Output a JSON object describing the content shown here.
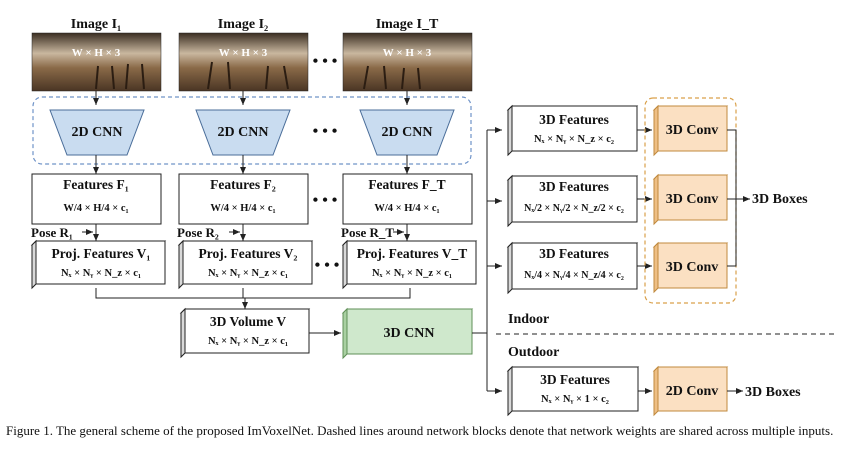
{
  "images": [
    {
      "label": "Image I₁",
      "size": "W × H × 3"
    },
    {
      "label": "Image I₂",
      "size": "W × H × 3"
    },
    {
      "label": "Image I_T",
      "size": "W × H × 3"
    }
  ],
  "cnn2d_label": "2D CNN",
  "features": [
    {
      "label": "Features F₁",
      "formula": "W/4 × H/4 × c₁"
    },
    {
      "label": "Features F₂",
      "formula": "W/4 × H/4 × c₁"
    },
    {
      "label": "Features F_T",
      "formula": "W/4 × H/4 × c₁"
    }
  ],
  "poses": [
    "Pose R₁",
    "Pose R₂",
    "Pose R_T"
  ],
  "proj": [
    {
      "label": "Proj. Features V₁",
      "formula": "Nₓ × Nᵧ × N_z × c₁"
    },
    {
      "label": "Proj. Features V₂",
      "formula": "Nₓ × Nᵧ × N_z × c₁"
    },
    {
      "label": "Proj. Features V_T",
      "formula": "Nₓ × Nᵧ × N_z × c₁"
    }
  ],
  "ellipsis": "• • •",
  "volume": {
    "label": "3D Volume V",
    "formula": "Nₓ × Nᵧ × N_z × c₁"
  },
  "cnn3d_label": "3D CNN",
  "indoor_label": "Indoor",
  "outdoor_label": "Outdoor",
  "indoor_features": [
    {
      "label": "3D Features",
      "formula": "Nₓ × Nᵧ × N_z × c₂"
    },
    {
      "label": "3D Features",
      "formula": "Nₓ/2 × Nᵧ/2 × N_z/2 × c₂"
    },
    {
      "label": "3D Features",
      "formula": "Nₓ/4 × Nᵧ/4 × N_z/4 × c₂"
    }
  ],
  "conv3d_label": "3D Conv",
  "boxes_label": "3D Boxes",
  "outdoor_features": {
    "label": "3D Features",
    "formula": "Nₓ × Nᵧ × 1 × c₂"
  },
  "conv2d_label": "2D Conv",
  "caption": "Figure 1. The general scheme of the proposed ImVoxelNet. Dashed lines around network blocks denote that network weights are shared across multiple inputs.",
  "colors": {
    "cnn": "#c9dcf0",
    "cnn_stroke": "#4a6d99",
    "cnn3d": "#cfe8cc",
    "cnn3d_stroke": "#5f8f57",
    "conv": "#fbe0c2",
    "conv_stroke": "#c08a3e",
    "dash_blue": "#6f93c8",
    "dash_orange": "#d9a04a"
  }
}
